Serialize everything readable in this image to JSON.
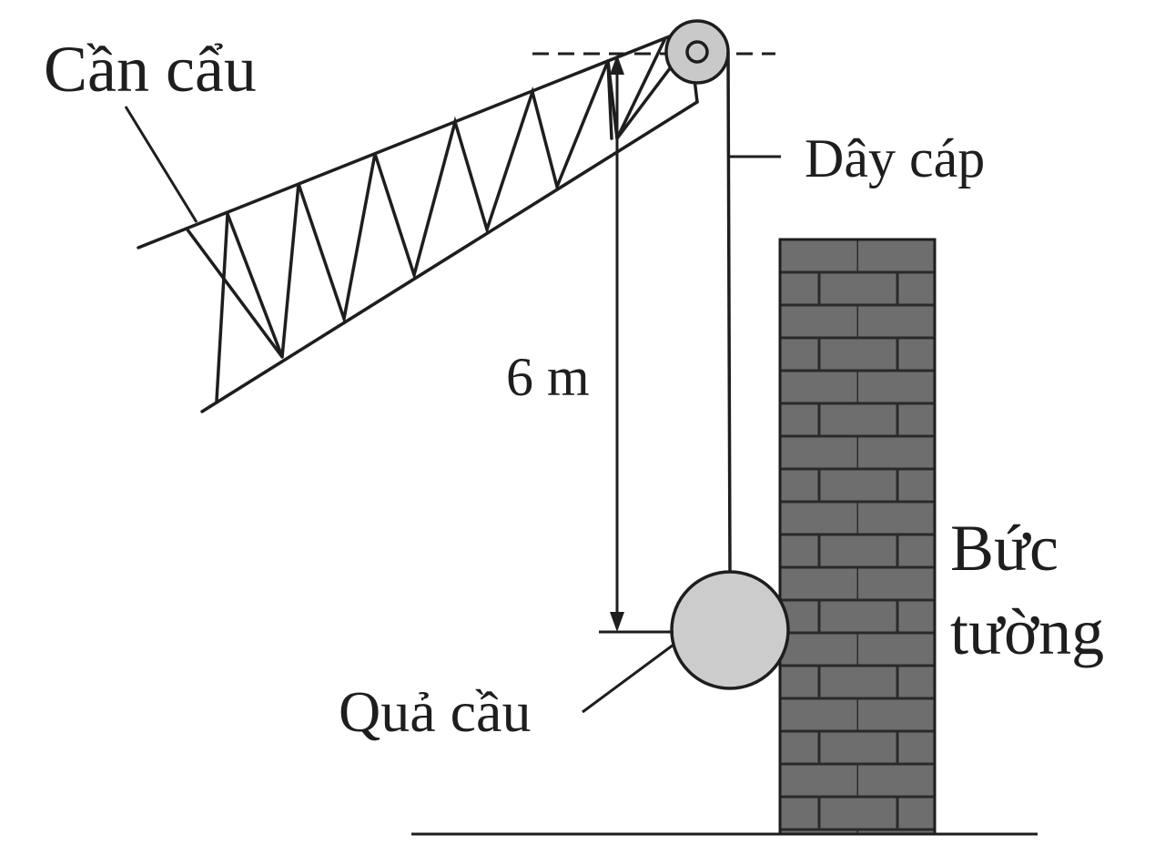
{
  "labels": {
    "crane": "Cần cẩu",
    "cable": "Dây cáp",
    "height": "6 m",
    "wall_line1": "Bức",
    "wall_line2": "tường",
    "ball": "Quả cầu"
  },
  "colors": {
    "line": "#1e1e1e",
    "pulley_fill": "#c9c9c9",
    "ball_fill": "#cccccc",
    "brick_fill": "#6e6e6e",
    "mortar": "#2a2a2a",
    "background": "#ffffff"
  }
}
